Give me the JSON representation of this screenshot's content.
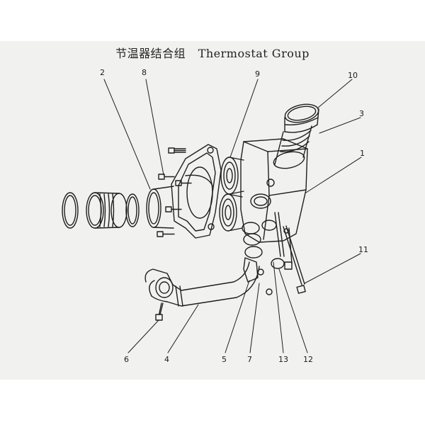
{
  "title": {
    "cn": "节温器结合组",
    "en": "Thermostat Group"
  },
  "callouts": {
    "c1": "1",
    "c2": "2",
    "c3": "3",
    "c4": "4",
    "c5": "5",
    "c6": "6",
    "c7": "7",
    "c8": "8",
    "c9": "9",
    "c10": "10",
    "c11": "11",
    "c12": "12",
    "c13": "13"
  }
}
